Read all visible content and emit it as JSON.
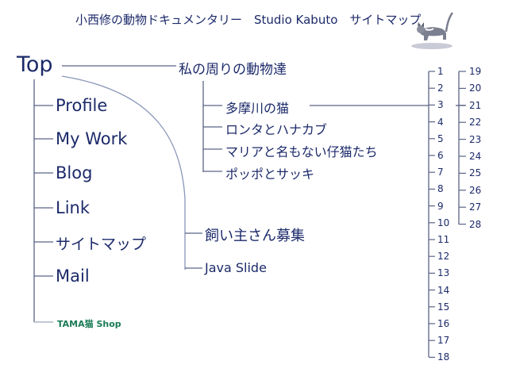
{
  "header": {
    "title": "小西修の動物ドキュメンタリー　Studio Kabuto　サイトマップ"
  },
  "menu": {
    "top": "Top",
    "items": [
      "Profile",
      "My Work",
      "Blog",
      "Link",
      "サイトマップ",
      "Mail"
    ],
    "shop": "TAMA猫 Shop"
  },
  "animals": {
    "title": "私の周りの動物達",
    "items": [
      "多摩川の猫",
      "ロンタとハナカブ",
      "マリアと名もない仔猫たち",
      "ポッポとサッキ"
    ]
  },
  "other": {
    "owner": "飼い主さん募集",
    "java": "Java Slide"
  },
  "pages": {
    "col1": [
      "1",
      "2",
      "3",
      "4",
      "5",
      "6",
      "7",
      "8",
      "9",
      "10",
      "11",
      "12",
      "13",
      "14",
      "15",
      "16",
      "17",
      "18"
    ],
    "col2": [
      "19",
      "20",
      "21",
      "22",
      "23",
      "24",
      "25",
      "26",
      "27",
      "28"
    ]
  },
  "colors": {
    "text": "#1c2a6a",
    "line": "#5a6486",
    "shop": "#1a7a55"
  }
}
